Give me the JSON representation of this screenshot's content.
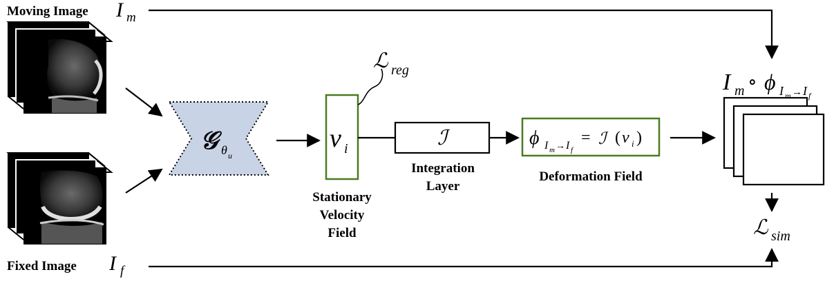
{
  "inputs": {
    "moving_label": "Moving Image",
    "moving_symbol": "I",
    "moving_sub": "m",
    "fixed_label": "Fixed Image",
    "fixed_symbol": "I",
    "fixed_sub": "f"
  },
  "network": {
    "symbol": "𝒢",
    "sub_theta": "θ",
    "sub_u": "u"
  },
  "velocity": {
    "symbol": "ν",
    "sub": "i",
    "caption_line1": "Stationary",
    "caption_line2": "Velocity",
    "caption_line3": "Field"
  },
  "reg_loss": {
    "symbol": "ℒ",
    "sub": "reg"
  },
  "integration": {
    "symbol": "ℐ",
    "caption_line1": "Integration",
    "caption_line2": "Layer"
  },
  "deformation": {
    "phi": "ϕ",
    "sub_a": "I",
    "sub_a_sub": "m",
    "arrow": "→",
    "sub_b": "I",
    "sub_b_sub": "f",
    "equals": "=",
    "rhs_symbol": "ℐ",
    "rhs_arg_open": "(",
    "rhs_arg": "ν",
    "rhs_arg_sub": "i",
    "rhs_arg_close": ")",
    "caption": "Deformation Field"
  },
  "output": {
    "symbol": "I",
    "sub": "m",
    "compose": "∘",
    "phi": "ϕ",
    "phi_sub_a": "I",
    "phi_sub_a_sub": "m",
    "phi_sub_arrow": "→",
    "phi_sub_b": "I",
    "phi_sub_b_sub": "f"
  },
  "sim_loss": {
    "symbol": "ℒ",
    "sub": "sim"
  },
  "colors": {
    "green_border": "#4a7a20",
    "network_fill": "#c9d3e6",
    "line": "#000000"
  }
}
